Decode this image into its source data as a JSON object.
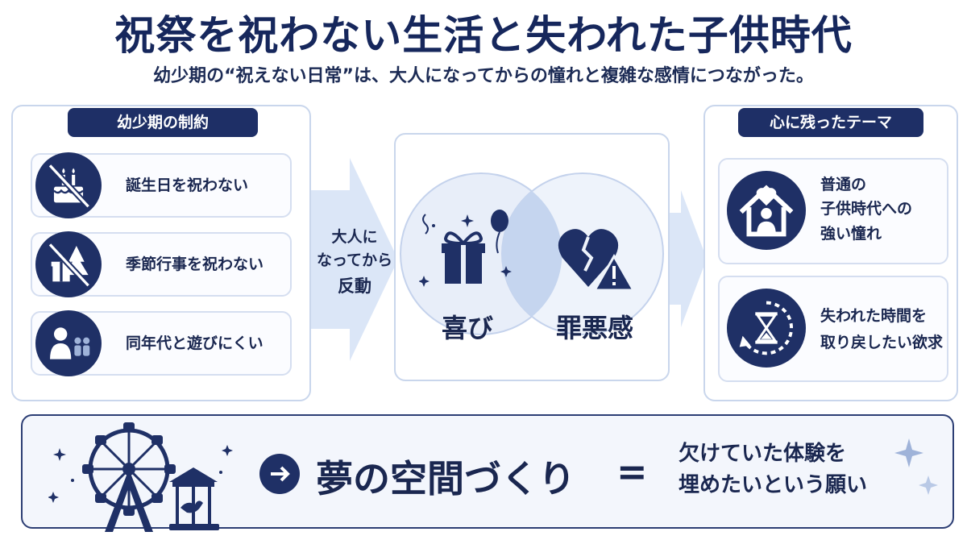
{
  "header": {
    "title": "祝祭を祝わない生活と失われた子供時代",
    "subtitle": "幼少期の“祝えない日常”は、大人になってからの憧れと複雑な感情につながった。"
  },
  "left_panel": {
    "label": "幼少期の制約",
    "items": [
      {
        "text": "誕生日を祝わない",
        "icon": "no-birthday-cake-icon"
      },
      {
        "text": "季節行事を祝わない",
        "icon": "no-seasonal-event-icon"
      },
      {
        "text": "同年代と遊びにくい",
        "icon": "lonely-child-icon"
      }
    ]
  },
  "arrow": {
    "lines": [
      "大人に",
      "なってから",
      "反動"
    ]
  },
  "venn": {
    "left_label": "喜び",
    "right_label": "罪悪感",
    "left_icon": "gift-balloon-icon",
    "right_icon": "broken-heart-warning-icon"
  },
  "right_panel": {
    "label": "心に残ったテーマ",
    "items": [
      {
        "lines": [
          "普通の",
          "子供時代への",
          "強い憧れ"
        ],
        "icon": "home-heart-icon"
      },
      {
        "lines": [
          "失われた時間を",
          "取り戻したい欲求"
        ],
        "icon": "hourglass-icon"
      }
    ]
  },
  "bottom": {
    "main": "夢の空間づくり",
    "equals": "=",
    "desc_lines": [
      "欠けていた体験を",
      "埋めたいという願い"
    ],
    "icon": "ferris-wheel-carousel-icon"
  },
  "colors": {
    "navy": "#1e2f66",
    "light_blue": "#dbe6f7",
    "border": "#c9d6ec"
  }
}
